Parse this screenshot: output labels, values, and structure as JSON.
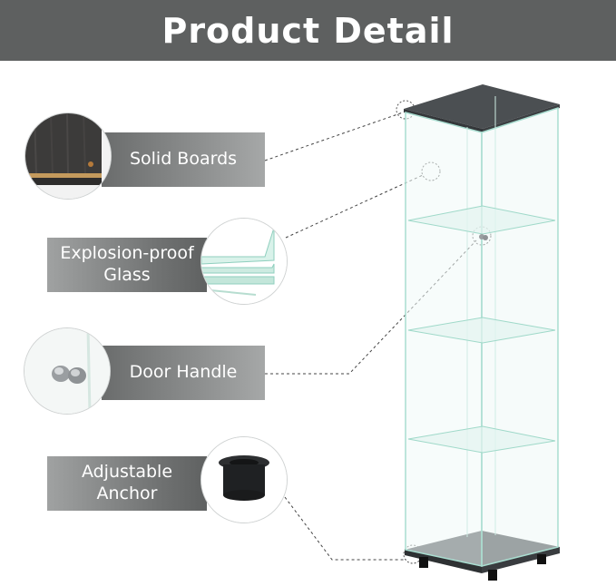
{
  "header": {
    "title": "Product Detail"
  },
  "features": {
    "solid_boards": {
      "label": "Solid Boards",
      "icon": "wood-board-icon"
    },
    "glass": {
      "line1": "Explosion-proof",
      "line2": "Glass",
      "icon": "glass-layers-icon"
    },
    "door_handle": {
      "label": "Door Handle",
      "icon": "knob-icon"
    },
    "anchor": {
      "line1": "Adjustable",
      "line2": "Anchor",
      "icon": "foot-anchor-icon"
    }
  },
  "colors": {
    "header_bg": "#5e6060",
    "board": "#4b4f52",
    "glass_edge": "#9fd9c9"
  }
}
